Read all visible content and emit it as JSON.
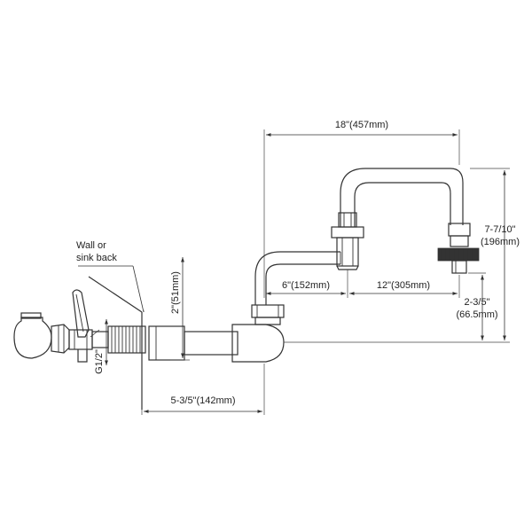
{
  "labels": {
    "wall_note_line1": "Wall or",
    "wall_note_line2": "sink back",
    "dim_total_width": "18\"(457mm)",
    "dim_height_line1": "7-7/10\"",
    "dim_height_line2": "(196mm)",
    "dim_riser_offset": "6\"(152mm)",
    "dim_spout_reach": "12\"(305mm)",
    "dim_outlet_drop_line1": "2-3/5\"",
    "dim_outlet_drop_line2": "(66.5mm)",
    "dim_wall_offset": "5-3/5\"(142mm)",
    "dim_riser_height": "2\"(51mm)",
    "dim_thread": "G1/2\""
  }
}
